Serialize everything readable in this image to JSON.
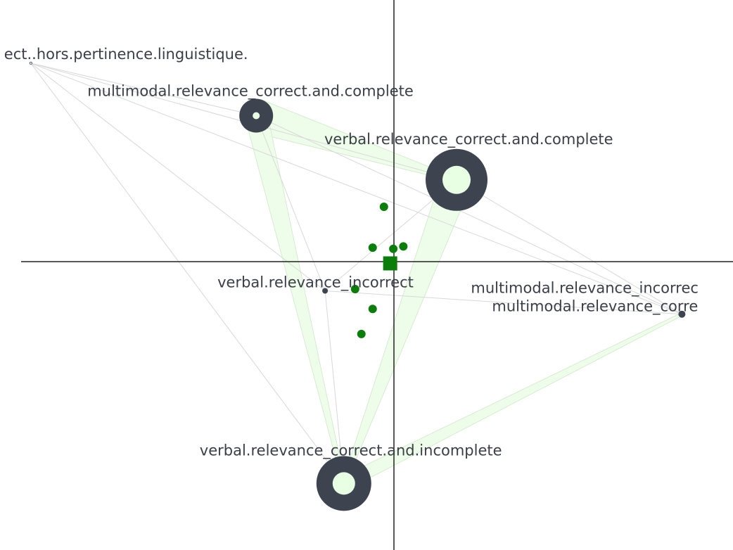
{
  "colors": {
    "background": "#ffffff",
    "axis": "#222222",
    "edge_line": "#d8d8d8",
    "edge_band_fill": "#eefde9",
    "edge_band_stroke": "#cfe8c9",
    "node": "#3d4450",
    "node_inner": "#e8ffe4",
    "point": "#0a7d0a",
    "label": "#3a3f47"
  },
  "nodes": [
    {
      "id": "n1",
      "label": "ect..hors.pertinence.linguistique.",
      "mx": -5.8,
      "my": 3.4,
      "r": 2,
      "inner": 1.2
    },
    {
      "id": "n2",
      "label": "multimodal.relevance_correct.and.complete",
      "mx": -2.2,
      "my": 2.5,
      "r": 24,
      "inner": 5
    },
    {
      "id": "n3",
      "label": "verbal.relevance_correct.and.complete",
      "mx": 1.0,
      "my": 1.4,
      "r": 44,
      "inner": 20
    },
    {
      "id": "n4",
      "label": "verbal.relevance_incorrect",
      "mx": -1.1,
      "my": -0.5,
      "r": 4,
      "inner": 0
    },
    {
      "id": "n5",
      "label": "multimodal.relevance_incorrec",
      "mx": 4.6,
      "my": -0.9,
      "r": 0,
      "inner": 0
    },
    {
      "id": "n6",
      "label": "multimodal.relevance_corre",
      "mx": 4.6,
      "my": -0.9,
      "r": 5,
      "inner": 0
    },
    {
      "id": "n7",
      "label": "verbal.relevance_correct.and.incomplete",
      "mx": -0.8,
      "my": -3.8,
      "r": 39,
      "inner": 16
    }
  ],
  "edges": [
    {
      "from": "n2",
      "to": "n3",
      "weight": 24
    },
    {
      "from": "n2",
      "to": "n7",
      "weight": 16
    },
    {
      "from": "n3",
      "to": "n7",
      "weight": 22
    },
    {
      "from": "n7",
      "to": "n6",
      "weight": 10
    },
    {
      "from": "n1",
      "to": "n2",
      "weight": 0
    },
    {
      "from": "n1",
      "to": "n3",
      "weight": 0
    },
    {
      "from": "n1",
      "to": "n6",
      "weight": 0
    },
    {
      "from": "n1",
      "to": "n7",
      "weight": 0
    },
    {
      "from": "n1",
      "to": "n4",
      "weight": 0
    },
    {
      "from": "n2",
      "to": "n6",
      "weight": 0
    },
    {
      "from": "n2",
      "to": "n4",
      "weight": 0
    },
    {
      "from": "n3",
      "to": "n6",
      "weight": 0
    },
    {
      "from": "n3",
      "to": "n4",
      "weight": 0
    },
    {
      "from": "n4",
      "to": "n6",
      "weight": 0
    },
    {
      "from": "n4",
      "to": "n7",
      "weight": 0
    }
  ],
  "points": [
    {
      "mx": -0.16,
      "my": 0.94,
      "shape": "circle"
    },
    {
      "mx": -0.34,
      "my": 0.24,
      "shape": "circle"
    },
    {
      "mx": -0.01,
      "my": 0.22,
      "shape": "circle"
    },
    {
      "mx": 0.15,
      "my": 0.26,
      "shape": "circle"
    },
    {
      "mx": -0.62,
      "my": -0.47,
      "shape": "circle"
    },
    {
      "mx": -0.34,
      "my": -0.81,
      "shape": "circle"
    },
    {
      "mx": -0.52,
      "my": -1.24,
      "shape": "circle"
    },
    {
      "mx": -0.06,
      "my": -0.03,
      "shape": "square"
    }
  ]
}
